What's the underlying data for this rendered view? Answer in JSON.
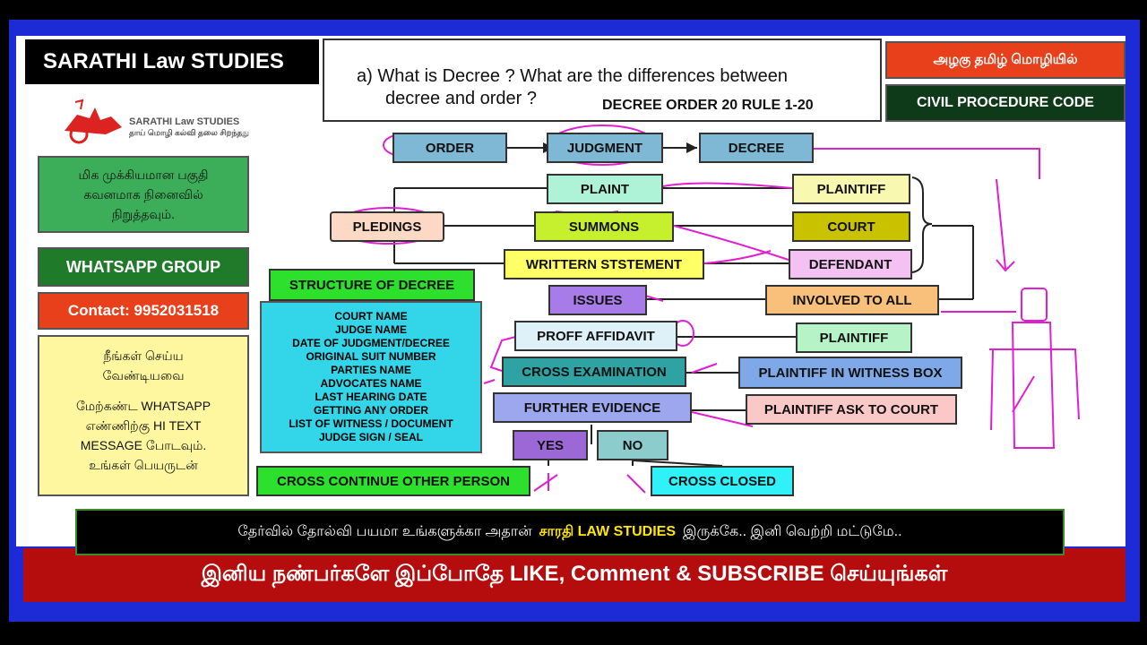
{
  "brand": {
    "title": "SARATHI Law STUDIES",
    "logo_name": "SARATHI Law STUDIES",
    "logo_tagline": "தாய் மொழி கல்வி தலை சிறந்தது"
  },
  "side": {
    "important": "மிக முக்கியமான பகுதி கவனமாக நினைவில் நிறுத்தவும்.",
    "whatsapp": "WHATSAPP GROUP",
    "contact": "Contact: 9952031518",
    "todo_title": "நீங்கள் செய்ய வேண்டியவை",
    "todo_body": "மேற்கண்ட WHATSAPP எண்ணிற்கு HI TEXT MESSAGE போடவும். உங்கள் பெயருடன்"
  },
  "question": {
    "line1": "a)  What is Decree ? What are the differences between",
    "line2": "decree and order ?",
    "sub": "DECREE ORDER 20 RULE 1-20"
  },
  "top_right": {
    "tamil": "அழகு தமிழ் மொழியில்",
    "code": "CIVIL PROCEDURE CODE"
  },
  "flow": {
    "order": "ORDER",
    "judgment": "JUDGMENT",
    "decree": "DECREE",
    "plaint": "PLAINT",
    "summons": "SUMMONS",
    "written": "WRITTERN STSTEMENT",
    "pledings": "PLEDINGS",
    "plaintiff": "PLAINTIFF",
    "court": "COURT",
    "defendant": "DEFENDANT",
    "issues": "ISSUES",
    "involved": "INVOLVED TO ALL",
    "proof": "PROFF AFFIDAVIT",
    "plaintiff2": "PLAINTIFF",
    "cross": "CROSS EXAMINATION",
    "witness": "PLAINTIFF IN WITNESS BOX",
    "further": "FURTHER EVIDENCE",
    "ask": "PLAINTIFF ASK TO COURT",
    "yes": "YES",
    "no": "NO",
    "cross_continue": "CROSS CONTINUE OTHER PERSON",
    "cross_closed": "CROSS CLOSED"
  },
  "structure": {
    "title": "STRUCTURE OF DECREE",
    "items": [
      "COURT NAME",
      "JUDGE NAME",
      "DATE OF JUDGMENT/DECREE",
      "ORIGINAL SUIT NUMBER",
      "PARTIES NAME",
      "ADVOCATES NAME",
      "LAST HEARING DATE",
      "GETTING ANY ORDER",
      "LIST OF WITNESS / DOCUMENT",
      "JUDGE SIGN / SEAL"
    ]
  },
  "banner": {
    "line1_a": "தேர்வில் தோல்வி பயமா உங்களுக்கா அதான்",
    "line1_b": "சாரதி LAW STUDIES",
    "line1_c": "இருக்கே..  இனி வெற்றி மட்டுமே..",
    "line2": "இனிய நண்பர்களே இப்போதே LIKE, Comment & SUBSCRIBE  செய்யுங்கள்"
  },
  "colors": {
    "frame": "#1d2bd6",
    "annotation": "#e020d0",
    "banner_red": "#b50d0d"
  }
}
